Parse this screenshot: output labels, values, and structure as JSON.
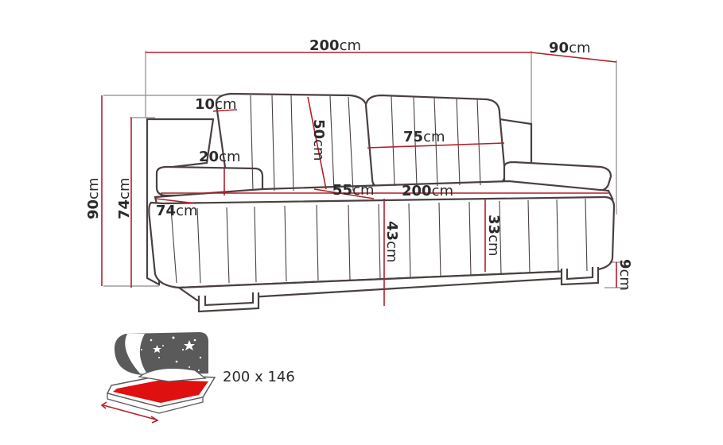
{
  "dimensions": {
    "width_total": {
      "num": "200",
      "unit": "cm"
    },
    "depth_total": {
      "num": "90",
      "unit": "cm"
    },
    "backrest_top_gap": {
      "num": "10",
      "unit": "cm"
    },
    "backrest_height": {
      "num": "50",
      "unit": "cm"
    },
    "cushion_width": {
      "num": "75",
      "unit": "cm"
    },
    "armrest_height": {
      "num": "20",
      "unit": "cm"
    },
    "seat_depth": {
      "num": "55",
      "unit": "cm"
    },
    "seat_width": {
      "num": "200",
      "unit": "cm"
    },
    "front_height_left": {
      "num": "74",
      "unit": "cm"
    },
    "seat_height": {
      "num": "43",
      "unit": "cm"
    },
    "front_panel_height": {
      "num": "33",
      "unit": "cm"
    },
    "leg_height": {
      "num": "9",
      "unit": "cm"
    },
    "total_height": {
      "num": "90",
      "unit": "cm"
    },
    "back_height": {
      "num": "74",
      "unit": "cm"
    }
  },
  "sleep_area": {
    "label": "200 x 146"
  },
  "colors": {
    "dimension_line": "#b41e2a",
    "helper_line": "#8a8a8a",
    "sofa_outline": "#4a4040",
    "bed_surface": "#e01010",
    "night_panel": "#5a5a5a"
  }
}
